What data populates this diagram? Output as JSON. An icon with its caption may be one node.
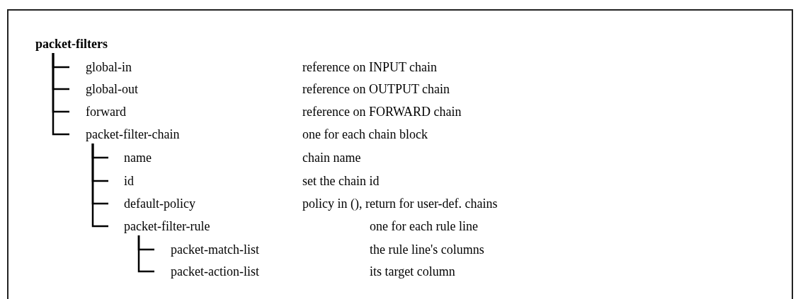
{
  "diagram": {
    "nodes": [
      {
        "text": [
          "packet-filters"
        ]
      },
      {
        "text": [
          "global-in"
        ]
      },
      {
        "text": [
          "global-out"
        ]
      },
      {
        "text": [
          "forward"
        ]
      },
      {
        "text": [
          "packet-filter-chain"
        ]
      },
      {
        "text": [
          "name"
        ]
      },
      {
        "text": [
          "id"
        ]
      },
      {
        "text": [
          "default-policy"
        ]
      },
      {
        "text": [
          "packet-filter-rule"
        ]
      },
      {
        "text": [
          "packet-match-list"
        ]
      },
      {
        "text": [
          "packet-action-list"
        ]
      }
    ],
    "edges": [
      {
        "from": 0,
        "to": 1,
        "arrow": "none"
      },
      {
        "from": 0,
        "to": 2,
        "arrow": "none"
      },
      {
        "from": 0,
        "to": 3,
        "arrow": "none"
      },
      {
        "from": 0,
        "to": 4,
        "arrow": "none"
      },
      {
        "from": 4,
        "to": 5,
        "arrow": "none"
      },
      {
        "from": 4,
        "to": 6,
        "arrow": "none"
      },
      {
        "from": 4,
        "to": 7,
        "arrow": "none"
      },
      {
        "from": 4,
        "to": 8,
        "arrow": "none"
      },
      {
        "from": 8,
        "to": 9,
        "arrow": "none"
      },
      {
        "from": 8,
        "to": 10,
        "arrow": "none"
      }
    ],
    "labels": [
      "reference on INPUT chain",
      "reference on OUTPUT chain",
      "reference on FORWARD chain",
      "one for each chain block",
      "chain name",
      "set the chain id",
      "policy in (), return for user-def. chains",
      "one for each rule line",
      "the rule line's columns",
      "its target column"
    ]
  }
}
